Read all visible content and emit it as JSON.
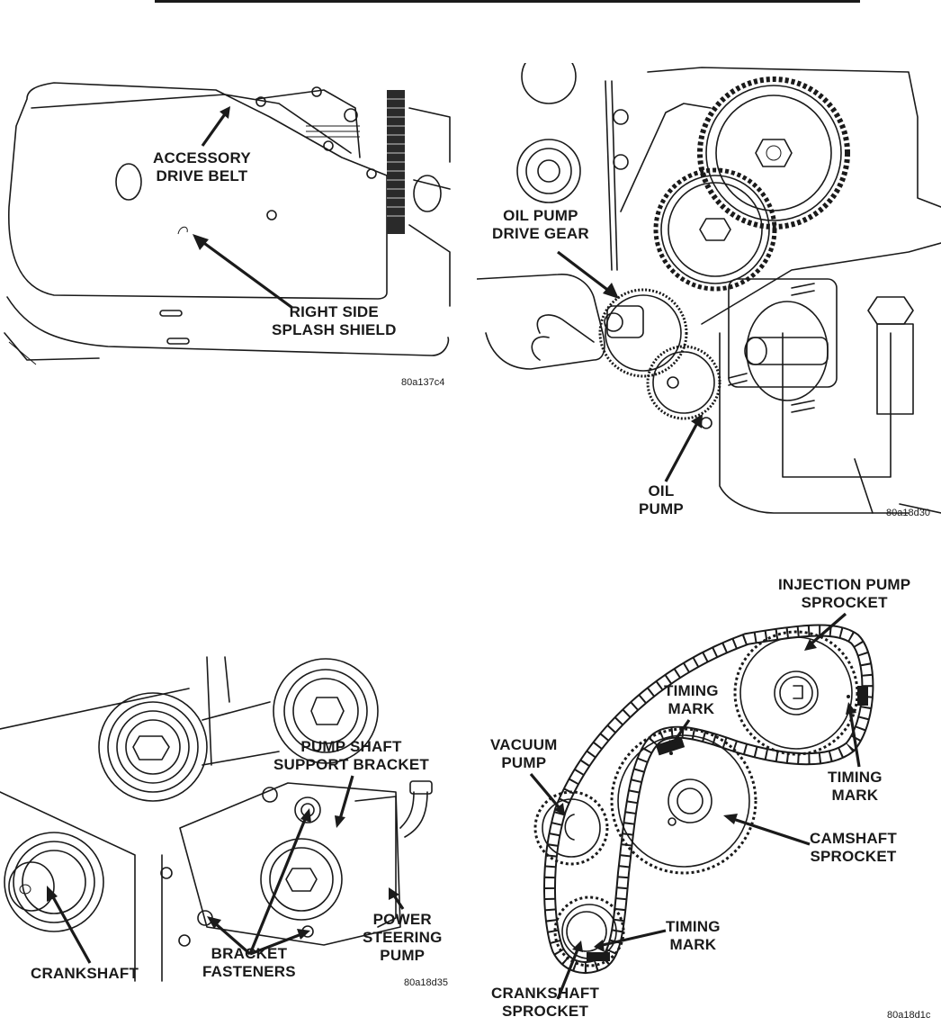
{
  "page": {
    "layout": "2x2 figure grid, service manual illustrations"
  },
  "figures": [
    {
      "id": "fig-1",
      "code": "80a137c4",
      "subject": "splash shield removal",
      "callouts": [
        {
          "line1": "ACCESSORY",
          "line2": "DRIVE BELT"
        },
        {
          "line1": "RIGHT SIDE",
          "line2": "SPLASH SHIELD"
        }
      ]
    },
    {
      "id": "fig-2",
      "code": "80a18d30",
      "subject": "oil pump drive gear",
      "callouts": [
        {
          "line1": "OIL PUMP",
          "line2": "DRIVE GEAR"
        },
        {
          "line1": "OIL",
          "line2": "PUMP"
        }
      ]
    },
    {
      "id": "fig-3",
      "code": "80a18d35",
      "subject": "power steering pump bracket",
      "callouts": [
        {
          "line1": "PUMP SHAFT",
          "line2": "SUPPORT BRACKET"
        },
        {
          "line1": "POWER",
          "line2": "STEERING",
          "line3": "PUMP"
        },
        {
          "line1": "BRACKET",
          "line2": "FASTENERS"
        },
        {
          "line1": "CRANKSHAFT"
        }
      ]
    },
    {
      "id": "fig-4",
      "code": "80a18d1c",
      "subject": "timing chain sprocket alignment",
      "callouts": [
        {
          "line1": "INJECTION PUMP",
          "line2": "SPROCKET"
        },
        {
          "line1": "TIMING",
          "line2": "MARK"
        },
        {
          "line1": "VACUUM",
          "line2": "PUMP"
        },
        {
          "line1": "TIMING",
          "line2": "MARK"
        },
        {
          "line1": "CAMSHAFT",
          "line2": "SPROCKET"
        },
        {
          "line1": "TIMING",
          "line2": "MARK"
        },
        {
          "line1": "CRANKSHAFT",
          "line2": "SPROCKET"
        }
      ]
    }
  ]
}
